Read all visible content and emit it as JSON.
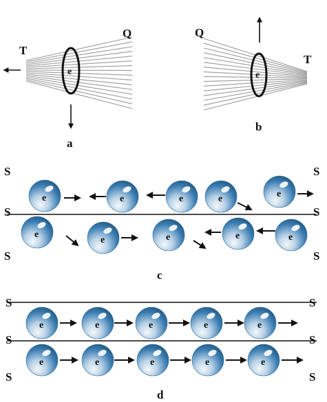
{
  "panel_a": {
    "label_left": "T",
    "label_right": "Q",
    "electron": "e",
    "caption": "a"
  },
  "panel_b": {
    "label_left": "Q",
    "label_right": "T",
    "electron": "e",
    "caption": "b"
  },
  "panel_c": {
    "side_label": "S",
    "electron": "e",
    "caption": "c"
  },
  "panel_d": {
    "side_label": "S",
    "electron": "e",
    "caption": "d"
  },
  "colors": {
    "ink": "#111111",
    "sphere_dark": "#2f6fa3",
    "sphere_light": "#e8f1f8",
    "fiber": "#9a9a9a"
  }
}
